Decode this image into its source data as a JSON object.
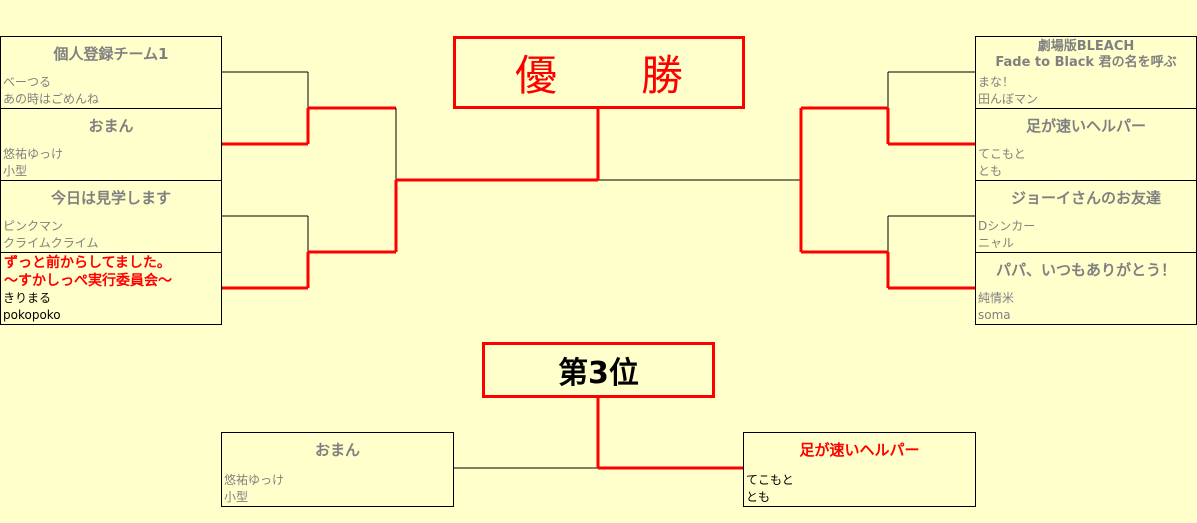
{
  "champion_label": "優　　勝",
  "third_label": "第3位",
  "left_teams": [
    {
      "name": "個人登録チーム1",
      "members": [
        "べーつる",
        "あの時はごめんね"
      ],
      "won": false
    },
    {
      "name": "おまん",
      "members": [
        "悠祐ゆっけ",
        "小型"
      ],
      "won": true
    },
    {
      "name": "今日は見学します",
      "members": [
        "ピンクマン",
        "クライムクライム"
      ],
      "won": false
    },
    {
      "name": "ずっと前からしてました。\n～すかしっぺ実行委員会～",
      "members": [
        "きりまる",
        "pokopoko"
      ],
      "won": true
    }
  ],
  "right_teams": [
    {
      "name": "劇場版BLEACH\nFade to Black 君の名を呼ぶ",
      "members": [
        "まな！",
        "田んぼマン"
      ],
      "won": false
    },
    {
      "name": "足が速いヘルパー",
      "members": [
        "てこもと",
        "とも"
      ],
      "won": true
    },
    {
      "name": "ジョーイさんのお友達",
      "members": [
        "Dシンカー",
        "ニャル"
      ],
      "won": false
    },
    {
      "name": "パパ、いつもありがとう！",
      "members": [
        "純情米",
        "soma"
      ],
      "won": true
    }
  ],
  "third_place": [
    {
      "name": "おまん",
      "members": [
        "悠祐ゆっけ",
        "小型"
      ],
      "won": false
    },
    {
      "name": "足が速いヘルパー",
      "members": [
        "てこもと",
        "とも"
      ],
      "won": true
    }
  ],
  "colors": {
    "background": "#ffffcc",
    "winner": "#ff0000",
    "text": "#808080"
  }
}
